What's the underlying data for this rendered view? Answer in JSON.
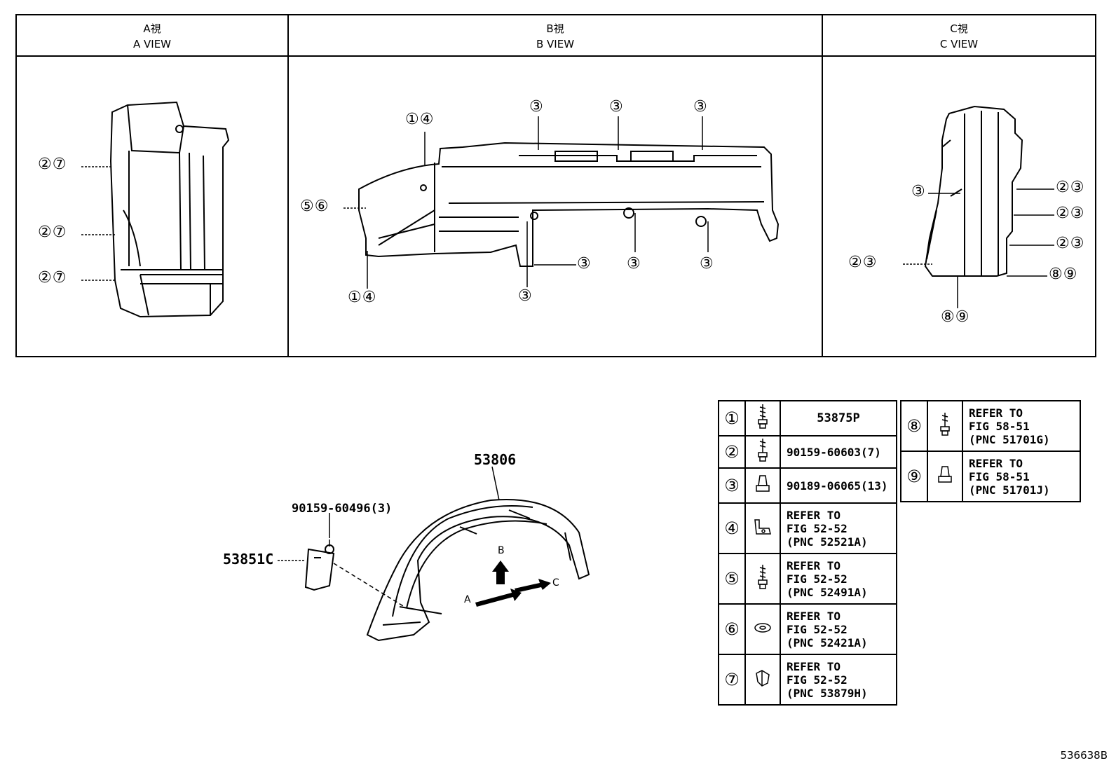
{
  "views": [
    {
      "jp": "A視",
      "en": "A VIEW"
    },
    {
      "jp": "B視",
      "en": "B VIEW"
    },
    {
      "jp": "C視",
      "en": "C VIEW"
    }
  ],
  "callouts": {
    "a1": "②⑦",
    "a2": "②⑦",
    "a3": "②⑦",
    "b1": "①④",
    "b2": "⑤⑥",
    "b3": "①④",
    "b4": "③",
    "b5": "③",
    "b6": "③",
    "b7": "③",
    "b8": "③",
    "b9": "③",
    "b10": "③",
    "c1": "③",
    "c2": "②③",
    "c3": "②③",
    "c4": "②③",
    "c5": "②③",
    "c6": "⑧⑨",
    "c7": "⑧⑨"
  },
  "parts": {
    "liner": "53806",
    "bolt": "90159-60496(3)",
    "flap": "53851C"
  },
  "arrows": {
    "a": "A",
    "b": "B",
    "c": "C"
  },
  "legend": [
    {
      "num": "①",
      "icon": "screw-icon",
      "text": "53875P"
    },
    {
      "num": "②",
      "icon": "screw-icon",
      "text": "90159-60603(7)"
    },
    {
      "num": "③",
      "icon": "nut-icon",
      "text": "90189-06065(13)"
    },
    {
      "num": "④",
      "icon": "clip-icon",
      "text": "REFER TO\nFIG 52-52\n(PNC 52521A)"
    },
    {
      "num": "⑤",
      "icon": "screw-icon",
      "text": "REFER TO\nFIG 52-52\n(PNC 52491A)"
    },
    {
      "num": "⑥",
      "icon": "washer-icon",
      "text": "REFER TO\nFIG 52-52\n(PNC 52421A)"
    },
    {
      "num": "⑦",
      "icon": "fastener-icon",
      "text": "REFER TO\nFIG 52-52\n(PNC 53879H)"
    },
    {
      "num": "⑧",
      "icon": "screw-icon",
      "text": "REFER TO\nFIG 58-51\n(PNC 51701G)"
    },
    {
      "num": "⑨",
      "icon": "nut-icon",
      "text": "REFER TO\nFIG 58-51\n(PNC 51701J)"
    }
  ],
  "diagram_id": "536638B"
}
